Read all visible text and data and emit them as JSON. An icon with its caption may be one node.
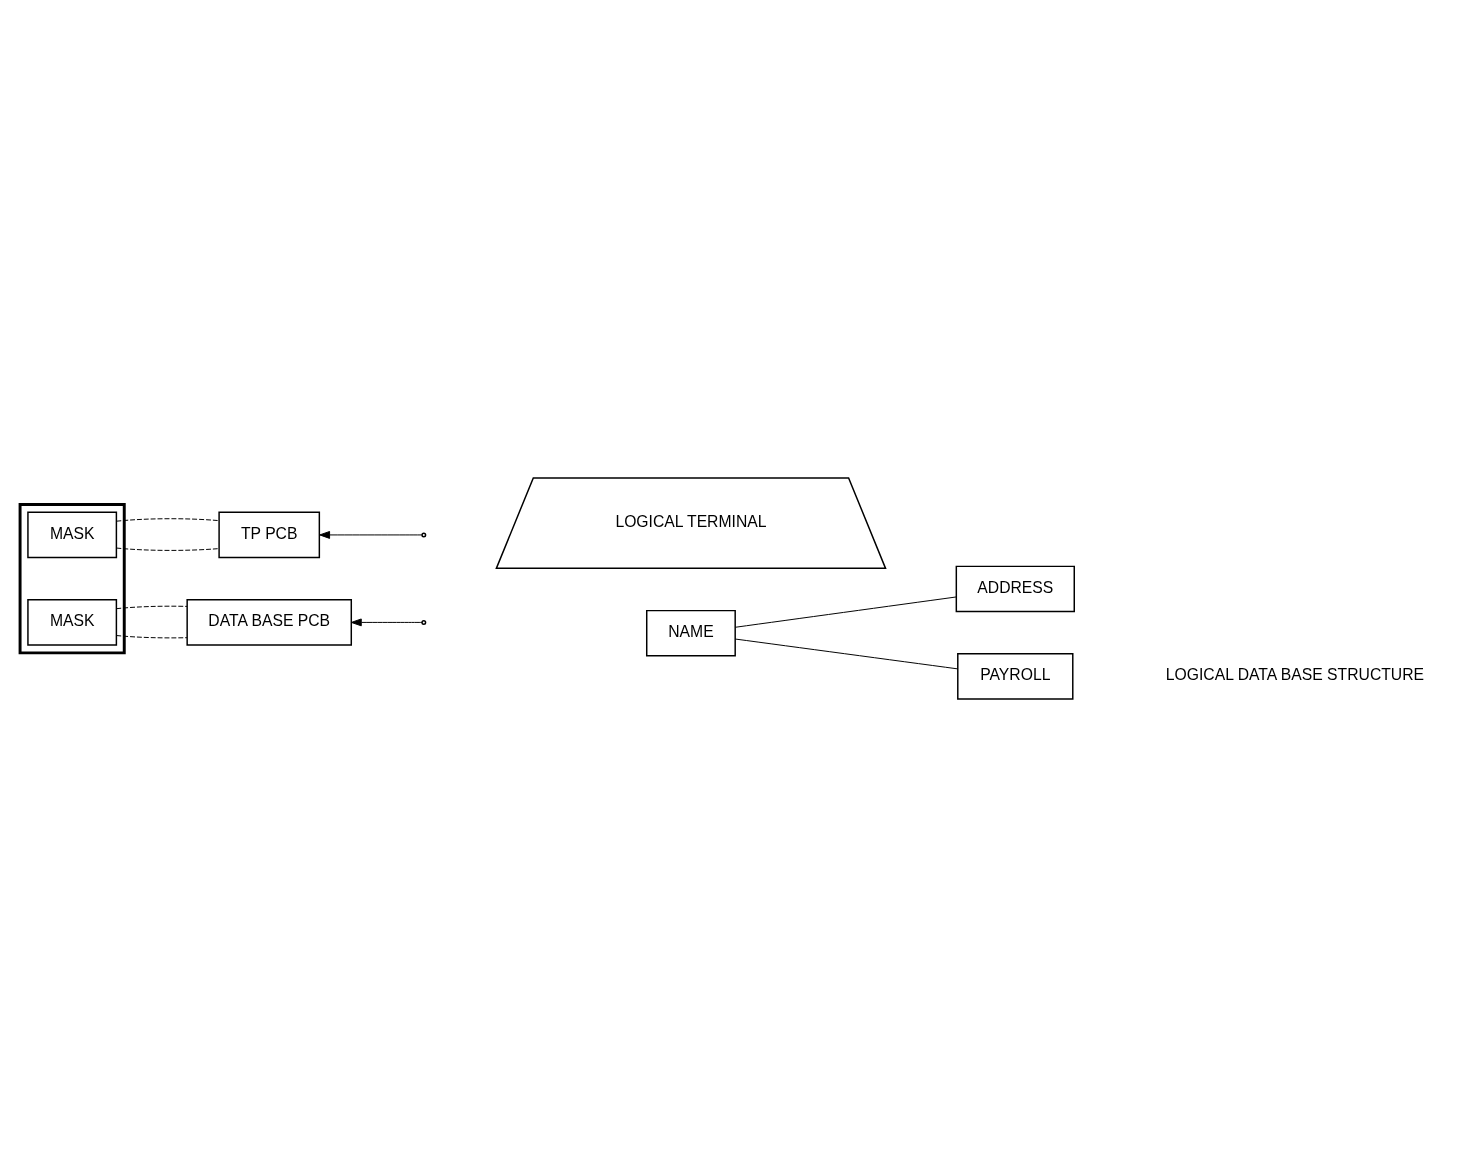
{
  "diagram": {
    "nodes": [
      {
        "text": [],
        "shape": "box"
      },
      {
        "text": [
          "MASK"
        ],
        "in": 0
      },
      {
        "text": [
          "TP PCB"
        ]
      },
      {
        "text": [
          "LOGICAL TERMINAL"
        ]
      },
      {
        "text": [
          "MASK"
        ],
        "in": 0
      },
      {
        "text": [
          "DATA BASE PCB"
        ]
      },
      {
        "text": [
          "NAME"
        ]
      },
      {
        "text": [
          "ADDRESS"
        ]
      },
      {
        "text": [
          "PAYROLL"
        ]
      }
    ],
    "edges": [
      {
        "from": 1,
        "to": 2,
        "arrow": "none",
        "style": "dashed"
      },
      {
        "from": 1,
        "to": 2,
        "arrow": "none",
        "style": "dashed"
      },
      {
        "from": null,
        "to": 2,
        "arrow": "to"
      },
      {
        "from": 4,
        "to": 5,
        "arrow": "none",
        "style": "dashed"
      },
      {
        "from": 4,
        "to": 5,
        "arrow": "none",
        "style": "dashed"
      },
      {
        "from": null,
        "to": 5,
        "arrow": "to"
      },
      {
        "from": 6,
        "to": 7,
        "arrow": "none"
      },
      {
        "from": 6,
        "to": 8,
        "arrow": "none"
      }
    ],
    "labels": [
      "LOGICAL DATA BASE STRUCTURE"
    ]
  }
}
